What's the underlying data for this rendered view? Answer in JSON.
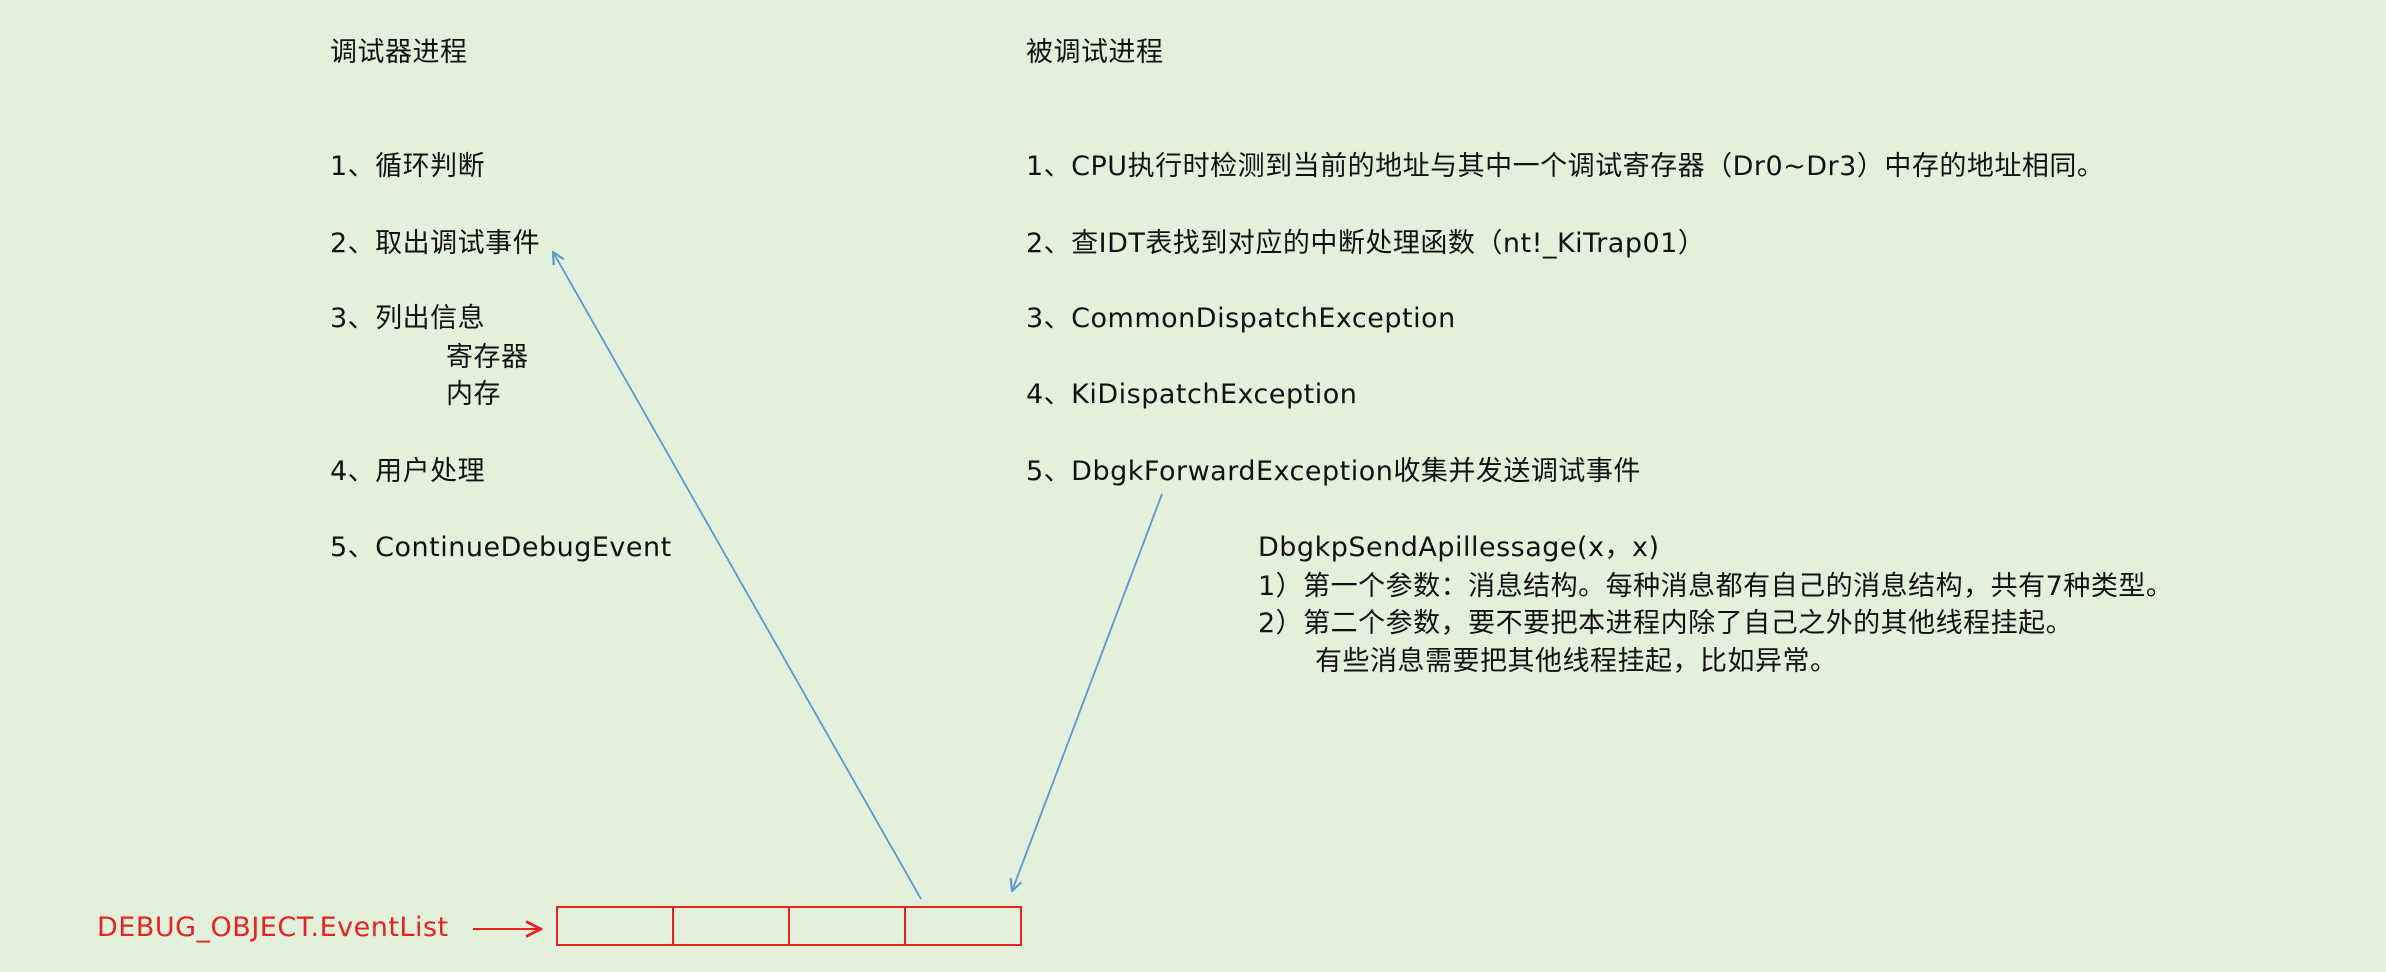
{
  "debugger": {
    "title": "调试器进程",
    "steps": [
      "1、循环判断",
      "2、取出调试事件",
      "3、列出信息",
      "4、用户处理",
      "5、ContinueDebugEvent"
    ],
    "sub_items": [
      "寄存器",
      "内存"
    ]
  },
  "debuggee": {
    "title": "被调试进程",
    "steps": [
      "1、CPU执行时检测到当前的地址与其中一个调试寄存器（Dr0~Dr3）中存的地址相同。",
      "2、查IDT表找到对应的中断处理函数（nt!_KiTrap01）",
      "3、CommonDispatchException",
      "4、KiDispatchException",
      "5、DbgkForwardException收集并发送调试事件"
    ]
  },
  "note": {
    "lines": [
      "DbgkpSendApillessage(x，x)",
      "1）第一个参数：消息结构。每种消息都有自己的消息结构，共有7种类型。",
      "2）第二个参数，要不要把本进程内除了自己之外的其他线程挂起。",
      "有些消息需要把其他线程挂起，比如异常。"
    ]
  },
  "event_list": {
    "label": "DEBUG_OBJECT.EventList",
    "cell_count": 4
  },
  "colors": {
    "background": "#e3f0dc",
    "text": "#111111",
    "arrow_blue": "#5a98d8",
    "event_red": "#e8231f"
  }
}
